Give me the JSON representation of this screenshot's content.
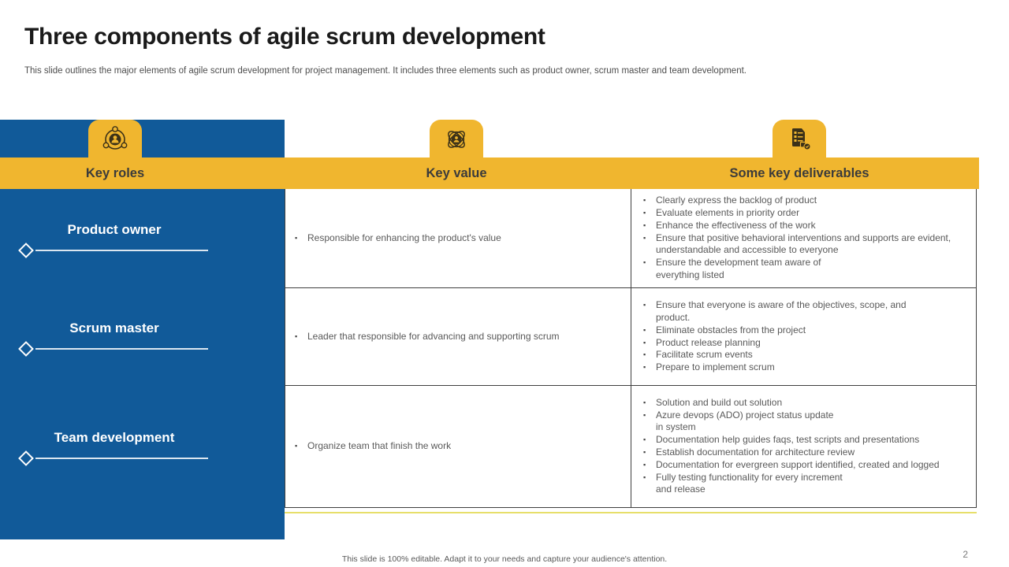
{
  "slide": {
    "title": "Three components of agile scrum development",
    "subtitle": "This slide outlines the major elements of agile scrum development for project management. It includes three elements such as product owner, scrum master and team development.",
    "footer": "This slide is 100% editable.  Adapt it to your needs and capture your audience's attention.",
    "page_number": "2"
  },
  "colors": {
    "accent_blue": "#115A99",
    "accent_yellow": "#F0B62F",
    "body_text": "#595959"
  },
  "table": {
    "columns": [
      {
        "label": "Key roles",
        "icon": "team-management-icon"
      },
      {
        "label": "Key value",
        "icon": "atom-person-icon"
      },
      {
        "label": "Some key deliverables",
        "icon": "checklist-clipboard-icon"
      }
    ],
    "rows": [
      {
        "role": "Product owner",
        "value": "Responsible for enhancing the product's value",
        "deliverables": [
          "Clearly express the backlog of product",
          "Evaluate elements in priority order",
          "Enhance the effectiveness of the work",
          "Ensure that positive behavioral interventions and supports are evident, understandable and accessible to everyone",
          "Ensure the development team aware of\neverything listed"
        ]
      },
      {
        "role": "Scrum master",
        "value": "Leader that responsible for advancing and supporting scrum",
        "deliverables": [
          "Ensure that everyone is aware of the objectives, scope, and\nproduct.",
          "Eliminate obstacles from the project",
          "Product release planning",
          "Facilitate scrum events",
          "Prepare to implement scrum"
        ]
      },
      {
        "role": "Team development",
        "value": "Organize team that finish the work",
        "deliverables": [
          "Solution and build out solution",
          "Azure devops (ADO) project status update\nin system",
          "Documentation help guides faqs, test scripts and presentations",
          "Establish documentation for architecture review",
          "Documentation for evergreen support identified, created and logged",
          "Fully testing functionality for every increment\nand release"
        ]
      }
    ]
  }
}
